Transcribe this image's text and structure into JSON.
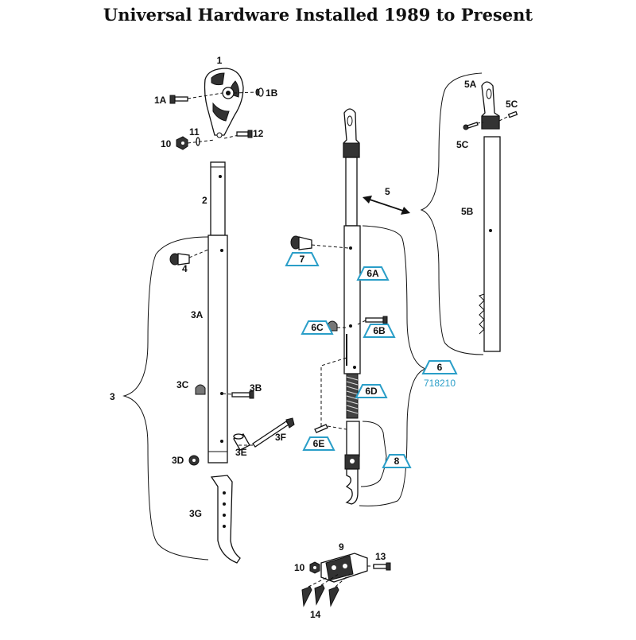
{
  "title": "Universal Hardware Installed 1989 to Present",
  "labels": {
    "p1": "1",
    "p1a": "1A",
    "p1b": "1B",
    "p2": "2",
    "p3": "3",
    "p3a": "3A",
    "p3b": "3B",
    "p3c": "3C",
    "p3d": "3D",
    "p3e": "3E",
    "p3f": "3F",
    "p3g": "3G",
    "p4": "4",
    "p5": "5",
    "p5a": "5A",
    "p5b": "5B",
    "p5c_top": "5C",
    "p5c_left": "5C",
    "p9": "9",
    "p10_top": "10",
    "p10_bottom": "10",
    "p11": "11",
    "p12": "12",
    "p13": "13",
    "p14": "14"
  },
  "tags": {
    "t6": "6",
    "t6a": "6A",
    "t6b": "6B",
    "t6c": "6C",
    "t6d": "6D",
    "t6e": "6E",
    "t7": "7",
    "t8": "8"
  },
  "part_number": "718210",
  "colors": {
    "tag_outline": "#2a9ec8",
    "part_number": "#2a9ec8",
    "line": "#111111"
  }
}
